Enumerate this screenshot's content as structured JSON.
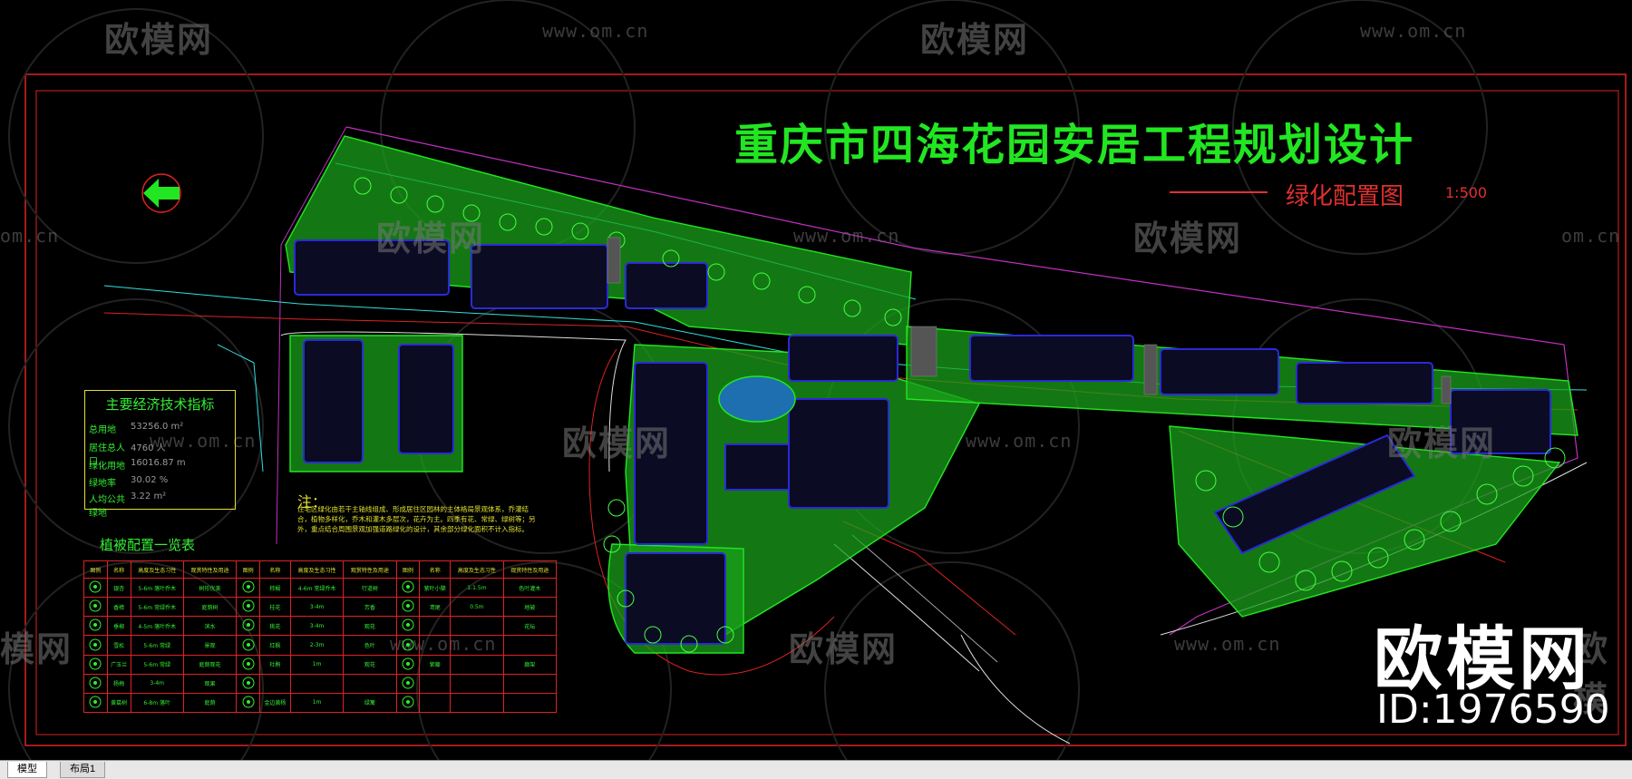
{
  "drawing": {
    "title": "重庆市四海花园安居工程规划设计",
    "subtitle": "绿化配置图",
    "scale": "1:500"
  },
  "watermark": {
    "logo_text": "欧模网",
    "url_text": "www.om.cn",
    "url_partial_left": "om.cn",
    "logo_partial_right": "欧模",
    "logo_partial_left": "模网"
  },
  "brand": {
    "logo": "欧模网",
    "id": "ID:1976590"
  },
  "tech_indicators": {
    "title": "主要经济技术指标",
    "rows": [
      {
        "label": "总用地",
        "value": "53256.0 m²"
      },
      {
        "label": "居住总人口",
        "value": "4760 人"
      },
      {
        "label": "绿化用地",
        "value": "16016.87 m"
      },
      {
        "label": "绿地率",
        "value": "30.02 %"
      },
      {
        "label": "人均公共绿地",
        "value": "3.22 m²"
      }
    ]
  },
  "notes": {
    "title": "注：",
    "text": "住宅区绿化由若干主轴线组成、形成居住区园林的主体格局景观体系，乔灌结合，植物多样化，乔木和灌木多层次，花卉为主。四季有花、常绿、绿树等；另外，重点结合周围景观加强道路绿化的设计，其余部分绿化面积不计入指标。"
  },
  "plant_table": {
    "title": "植被配置一览表",
    "headers": [
      "图例",
      "名称",
      "高度及生态习性",
      "观赏特性及用途",
      "图例",
      "名称",
      "高度及生态习性",
      "观赏特性及用途",
      "图例",
      "名称",
      "高度及生态习性",
      "观赏特性及用途"
    ],
    "rows": [
      [
        "",
        "银杏",
        "5-6m 落叶乔木",
        "树形优美",
        "",
        "棕榈",
        "4-6m 常绿乔木",
        "行道树",
        "",
        "紫叶小檗",
        "1-1.5m",
        "色叶灌木"
      ],
      [
        "",
        "香樟",
        "5-6m 常绿乔木",
        "庭荫树",
        "",
        "桂花",
        "3-4m",
        "芳香",
        "",
        "鸢尾",
        "0.5m",
        "地被"
      ],
      [
        "",
        "垂柳",
        "4-5m 落叶乔木",
        "滨水",
        "",
        "桃花",
        "3-4m",
        "观花",
        "",
        "",
        "",
        "花坛"
      ],
      [
        "",
        "雪松",
        "5-6m 常绿",
        "景观",
        "",
        "红枫",
        "2-3m",
        "色叶",
        "",
        "",
        "",
        ""
      ],
      [
        "",
        "广玉兰",
        "5-6m 常绿",
        "庭荫观花",
        "",
        "杜鹃",
        "1m",
        "观花",
        "",
        "紫藤",
        "",
        "廊架"
      ],
      [
        "",
        "杨梅",
        "3-4m",
        "观果",
        "",
        "",
        "",
        "",
        "",
        "",
        "",
        ""
      ],
      [
        "",
        "黄葛树",
        "6-8m 落叶",
        "庭荫",
        "",
        "金边黄杨",
        "1m",
        "绿篱",
        "",
        "",
        "",
        ""
      ]
    ]
  },
  "layout_tabs": {
    "model": "模型",
    "layout1": "布局1"
  },
  "colors": {
    "background": "#000000",
    "green": "#22e622",
    "red": "#e03030",
    "yellow": "#e0e030",
    "cyan": "#30e0e0",
    "blue": "#2a2ad8",
    "magenta": "#c030c0"
  }
}
